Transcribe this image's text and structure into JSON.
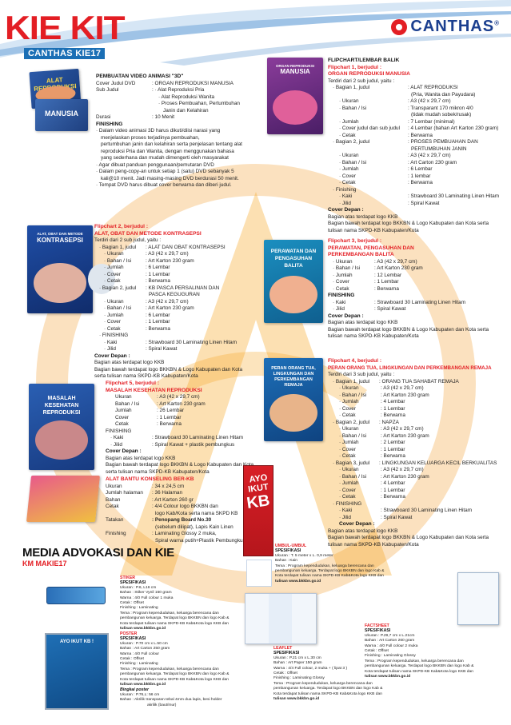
{
  "header": {
    "title": "KIE KIT",
    "subtitle": "CANTHAS KIE17",
    "brand": "CANTHAS",
    "brand_mark": "®"
  },
  "colors": {
    "accent_red": "#e31e24",
    "brand_blue": "#1b6fb5",
    "logo_orange": "#f5a623"
  },
  "dvd": {
    "heading": "PEMBUATAN VIDEO ANIMASI \"3D\"",
    "cover_k": "Cover Judul DVD",
    "cover_v": ": ORGAN REPRODUKSI MANUSIA",
    "sub_k": "Sub Judul",
    "sub_1": ": · Alat Reproduksi Pria",
    "sub_2": "· Alat Reproduksi Wanita",
    "sub_3": "· Proses Pembuahan, Pertumbuhan",
    "sub_4": "Janin dan Kelahiran",
    "dur_k": "Durasi",
    "dur_v": ": 10 Menit",
    "fin_h": "FINISHING",
    "f1": "· Dalam video animasi 3D harus dikuti/diisi narasi yang",
    "f2": "menjelaskan proses terjadinya pembuahan,",
    "f3": "pertumbuhan janin dan kelahiran serta penjelasan tentang alat",
    "f4": "reproduksi Pria dan Wanita, dengan menggunakan bahasa",
    "f5": "yang sederhana dan mudah dimengerti oleh masyarakat",
    "f6": "· Agar dibuat panduan penggunaan/pemutaran DVD",
    "f7": "· Dalam peng-copy-an untuk setiap 1 (satu) DVD sebanyak 5",
    "f8": "kali@10 menit. Jadi masing-masing DVD berdurasi 50 menit.",
    "f9": "· Tempat DVD harus dibuat cover berwarna dan diberi judul.",
    "book1_title": "ALAT REPRODUKSI",
    "book2_title": "MANUSIA"
  },
  "flip2": {
    "h1": "Flipchart 2, berjudul :",
    "h2": "ALAT, OBAT DAN METODE KONTRASEPSI",
    "intro": "Terdiri dari 2 sub judul, yaitu :",
    "b1_k": "· Bagian 1, judul",
    "b1_v": ": ALAT DAN OBAT KONTRASEPSI",
    "u_k": "· Ukuran",
    "u_v": ": A3 (42 x 29,7 cm)",
    "bi_k": "· Bahan / Isi",
    "bi_v": ": Art Karton 230 gram",
    "j_k": "· Jumlah",
    "j_v": ": 6 Lembar",
    "c_k": "· Cover",
    "c_v": ": 1 Lembar",
    "ce_k": "· Cetak",
    "ce_v": ": Berwarna",
    "b2_k": "· Bagian 2, judul",
    "b2_v": ": KB PASCA PERSALINAN DAN",
    "b2_v2": "PASCA KEGUGURAN",
    "u2_v": ": A3 (42 x 29,7 cm)",
    "bi2_v": ": Art Karton 230 gram",
    "j2_v": ": 6 Lembar",
    "c2_v": ": 1 Lembar",
    "ce2_v": ": Berwarna",
    "fin_k": "· FINISHING",
    "kaki_k": "· Kaki",
    "kaki_v": ": Strawboard 30 Laminating Linen Hitam",
    "jilid_k": "· Jilid",
    "jilid_v": ": Spiral Kawat",
    "cd_h": "Cover Depan :",
    "cd1": "Bagian atas terdapat logo KKB",
    "cd2": "Bagian bawah terdapat logo BKKBN & Logo Kabupaten dan Kota",
    "cd3": "serta tulisan nama SKPD-KB Kabupaten/Kota",
    "book_title": "KONTRASEPSI",
    "book_small": "ALAT, OBAT DAN METODE"
  },
  "flip5": {
    "h1": "Flipchart 5, berjudul :",
    "h2": "MASALAH KESEHATAN REPRODUKSI",
    "u_k": "Ukuran",
    "u_v": ": A3 (42 x 29,7 cm)",
    "bi_k": "Bahan / Isi",
    "bi_v": ": Art Karton 230 gram",
    "j_k": "Jumlah",
    "j_v": ": 26 Lembar",
    "c_k": "Cover",
    "c_v": ": 1 Lembar",
    "ce_k": "Cetak",
    "ce_v": ": Berwarna",
    "fin_k": "FINISHING",
    "kaki_k": "· Kaki",
    "kaki_v": ": Strawboard 30 Laminating Linen Hitam",
    "jilid_k": "· Jilid",
    "jilid_v": ": Spiral Kawat + plastik pembungkus",
    "cd_h": "Cover Depan :",
    "cd1": "Bagian atas terdapat logo KKB",
    "cd2": "Bagian bawah terdapat logo BKKBN & Logo Kabupaten dan Kota",
    "cd3": "serta tulisan nama SKPD-KB Kabupaten/Kota",
    "book_title": "MASALAH KESEHATAN REPRODUKSI"
  },
  "board": {
    "h": "ALAT BANTU KONSELING BER-KB",
    "u_k": "Ukuran",
    "u_v": ": 34 x 24,5 cm",
    "jh_k": "Jumlah halaman",
    "jh_v": ": 36 Halaman",
    "b_k": "Bahan",
    "b_v": ": Art Karton 260 gr",
    "ce_k": "Cetak",
    "ce_v": ": 4/4 Colour logo BKKBN dan",
    "ce_v2": "logo Kab/Kota serta nama SKPD KB",
    "t_k": "Tatakan",
    "t_v": ": Penopang Board No.30",
    "t_v2": "(sebelum dilipat), Lapis Kain Linen",
    "f_k": "Finishing",
    "f_v": ": Laminating Glossy 2 muka,",
    "f_v2": "Spiral warna putih+Plastik Pembungkus"
  },
  "flip1": {
    "h0": "FLIPCHART/LEMBAR BALIK",
    "h1": "Flipchart 1, berjudul :",
    "h2": "ORGAN REPRODUKSI MANUSIA",
    "intro": "Terdiri dari 2 sub judul, yaitu :",
    "b1_k": "· Bagian 1, judul",
    "b1_v": ": ALAT REPRODUKSI",
    "b1_v2": "(Pria, Wanita dan Payudara)",
    "u_k": "· Ukuran",
    "u_v": ": A3 (42 x 29,7 cm)",
    "bi_k": "· Bahan / Isi",
    "bi_v": ": Transparant 170 mikron 4/0",
    "bi_v2": "(tidak mudah sobek/rusak)",
    "j_k": "· Jumlah",
    "j_v": ": 7 Lembar (minimal)",
    "cj_k": "· Cover judul dan sub judul",
    "cj_v": ": 4 Lembar (bahan Art Karton 230 gram)",
    "ce_k": "· Cetak",
    "ce_v": ": Berwarna",
    "b2_k": "· Bagian 2, judul",
    "b2_v": ": PROSES PEMBUAHAN DAN",
    "b2_v2": "PERTUMBUHAN JANIN",
    "u2_v": ": A3 (42 x 29,7 cm)",
    "bi2_v": ": Art Carton 230 gram",
    "j2_v": ": 6 Lembar",
    "c2_k": "· Cover",
    "c2_v": ": 1 lembar",
    "ce2_v": ": Berwarna",
    "fin_k": "· Finishing",
    "kaki_k": "· Kaki",
    "kaki_v": ": Strawboard 30 Laminating Linen Hitam",
    "jilid_k": "· Jilid",
    "jilid_v": ": Spiral Kawat",
    "cd_h": "Cover Depan :",
    "cd1": "Bagian atas terdapat logo KKB",
    "cd2": "Bagian bawah terdapat logo BKKBN & Logo Kabupaten dan Kota serta",
    "cd3": "tulisan nama SKPD-KB Kabupaten/Kota",
    "book_small": "ORGAN REPRODUKSI",
    "book_title": "MANUSIA"
  },
  "flip3": {
    "h1": "Flipchart 3, berjudul :",
    "h2": "PERAWATAN, PENGASUHAN DAN",
    "h3": "PERKEMBANGAN BALITA",
    "u_k": "· Ukuran",
    "u_v": ": A3 (42 x 29,7 cm)",
    "bi_k": "· Bahan / Isi",
    "bi_v": ": Art Karton 230 gram",
    "j_k": "· Jumlah",
    "j_v": ": 12 Lembar",
    "c_k": "· Cover",
    "c_v": ": 1 Lembar",
    "ce_k": "· Cetak",
    "ce_v": ": Berwarna",
    "fin_k": "FINISHING",
    "kaki_k": "· Kaki",
    "kaki_v": ": Strawboard 30 Laminating Linen Hitam",
    "jilid_k": "· Jilid",
    "jilid_v": ": Spiral Kawat",
    "cd_h": "Cover Depan :",
    "cd1": "Bagian atas terdapat logo KKB",
    "cd2": "Bagian bawah terdapat logo BKKBN & Logo Kabupaten dan Kota serta",
    "cd3": "tulisan nama SKPD-KB Kabupaten/Kota",
    "book_title": "PERAWATAN DAN PENGASUHAN BALITA"
  },
  "flip4": {
    "h1": "Flipchart 4, berjudul :",
    "h2": "PERAN ORANG TUA, LINGKUNGAN DAN PERKEMBANGAN REMAJA",
    "intro": "Terdiri dari 3 sub judul, yaitu :",
    "b1_k": "· Bagian 1, judul",
    "b1_v": ": ORANG TUA SAHABAT REMAJA",
    "u_k": "· Ukuran",
    "u_v": ": A3 (42 x 29,7 cm)",
    "bi_k": "· Bahan / Isi",
    "bi_v": ": Art Karton 230 gram",
    "j1_k": "· Jumlah",
    "j1_v": ": 4 Lembar",
    "c_k": "· Cover",
    "c_v": ": 1 Lembar",
    "ce_k": "· Cetak",
    "ce_v": ": Berwarna",
    "b2_k": "· Bagian 2, judul",
    "b2_v": ": NAPZA",
    "j2_v": ": 2 Lembar",
    "b3_k": "· Bagian 3, judul",
    "b3_v": ": LINGKUNGAN KELUARGA KECIL BERKUALITAS",
    "j3_v": ": 4 Lembar",
    "fin_k": "· FINISHING",
    "kaki_k": "· Kaki",
    "kaki_v": ": Strawboard 30 Laminating Linen Hitam",
    "jilid_k": "· Jilid",
    "jilid_v": ": Spiral Kawat",
    "cd_h": "Cover Depan :",
    "cd1": "Bagian atas terdapat logo KKB",
    "cd2": "Bagian bawah terdapat logo BKKBN & Logo Kabupaten dan Kota serta",
    "cd3": "tulisan nama SKPD-KB Kabupaten/Kota",
    "book_title": "PERAN ORANG TUA, LINGKUNGAN DAN PERKEMBANGAN REMAJA"
  },
  "media": {
    "title": "MEDIA ADVOKASI DAN KIE",
    "code": "KM MAKIE17",
    "umbul_h": "UMBUL-UMBUL",
    "umbul_s": "SPESIFIKASI",
    "umbul_1": "Ukuran   : T. 5 meter x L. 0,9 meter",
    "umbul_2": "Bahan    : Kain",
    "umbul_3": "Tema     : Program kependudukan, keluarga berencana dan",
    "umbul_4": "pembangunan keluarga. Terdapat logo BKKBN dan logo Kab &",
    "umbul_5": "Kota terdapat tulisan nama SKPD-KB Kab&Kota logo KKB dan",
    "umbul_6": "tulisan www.bkkbn.go.id",
    "banner_1": "AYO",
    "banner_2": "IKUT",
    "banner_3": "KB",
    "stiker_h": "STIKER",
    "stiker_s": "SPESIFIKASI",
    "stiker_1": "Ukuran   : P.6, L16 cm",
    "stiker_2": "Bahan    : Stiker Vynil 150 gram",
    "stiker_3": "Warna    : 4/0 Full colour 1 muka",
    "stiker_4": "Cetak    : Offset",
    "stiker_5": "Finishing : Laminating",
    "stiker_6": "Tema     : Program kependudukan, keluarga berencana dan",
    "stiker_7": "pembangunan keluarga. Terdapat logo BKKBN dan logo Kab &",
    "stiker_8": "Kota terdapat tulisan nama SKPD-KB Kab&Kota logo KKB dan",
    "stiker_9": "tulisan www.bkkbn.go.id",
    "poster_h": "POSTER",
    "poster_s": "SPESIFIKASI",
    "poster_1": "Ukuran   : P.70 cm x L.50 cm",
    "poster_2": "Bahan    : Art Carton 250 gram",
    "poster_3": "Warna    : 4/0 Full colour",
    "poster_4": "Cetak    : Offset",
    "poster_5": "Finishing : Laminating",
    "poster_6": "Tema     : Program kependudukan, keluarga berencana dan",
    "poster_7": "pembangunan keluarga. Terdapat logo BKKBN dan logo Kab &",
    "poster_8": "Kota terdapat tulisan nama SKPD-KB Kab&Kota logo KKB dan",
    "poster_9": "tulisan www.bkkbn.go.id",
    "bingkai_h": "Bingkai poster",
    "bingkai_1": "Ukuran   : P.76,L: 56 cm",
    "bingkai_2": "Bahan    : Akrilik transparan tebal 4mm dua lapis, besi holder",
    "bingkai_3": "akrilik (baut/mur)",
    "poster_img": "AYO IKUT KB !",
    "leaflet_h": "LEAFLET",
    "leaflet_s": "SPESIFIKASI",
    "leaflet_1": "Ukuran   : P.21 cm x L.30 cm",
    "leaflet_2": "Bahan    : Art Paper 150 gram",
    "leaflet_3": "Warna    : 4/4 Full colour, 2 muka + ( lipat 3 )",
    "leaflet_4": "Cetak    : Offset",
    "leaflet_5": "Finishing : Laminating Glossy",
    "leaflet_6": "Tema     : Program kependudukan, keluarga berencana dan",
    "leaflet_7": "pembangunan keluarga. Terdapat logo BKKBN dan logo Kab &",
    "leaflet_8": "Kota terdapat tulisan nama SKPD-KB Kab&Kota logo KKB dan",
    "leaflet_9": "tulisan www.bkkbn.go.id",
    "fact_h": "FACTSHEET",
    "fact_s": "SPESIFIKASI",
    "fact_1": "Ukuran   : P.29,7 cm x L.21cm",
    "fact_2": "Bahan    : Art Carton 260 gram",
    "fact_3": "Warna    : 4/0 Full colour 2 muka",
    "fact_4": "Cetak    : Offset",
    "fact_5": "Finishing : Laminating Glossy",
    "fact_6": "Tema     : Program kependudukan, keluarga berencana dan",
    "fact_7": "pembangunan keluarga. Terdapat logo BKKBN dan logo Kab &",
    "fact_8": "Kota terdapat tulisan nama SKPD-KB Kab&Kota logo KKB dan",
    "fact_9": "tulisan www.bkkbn.go.id"
  }
}
